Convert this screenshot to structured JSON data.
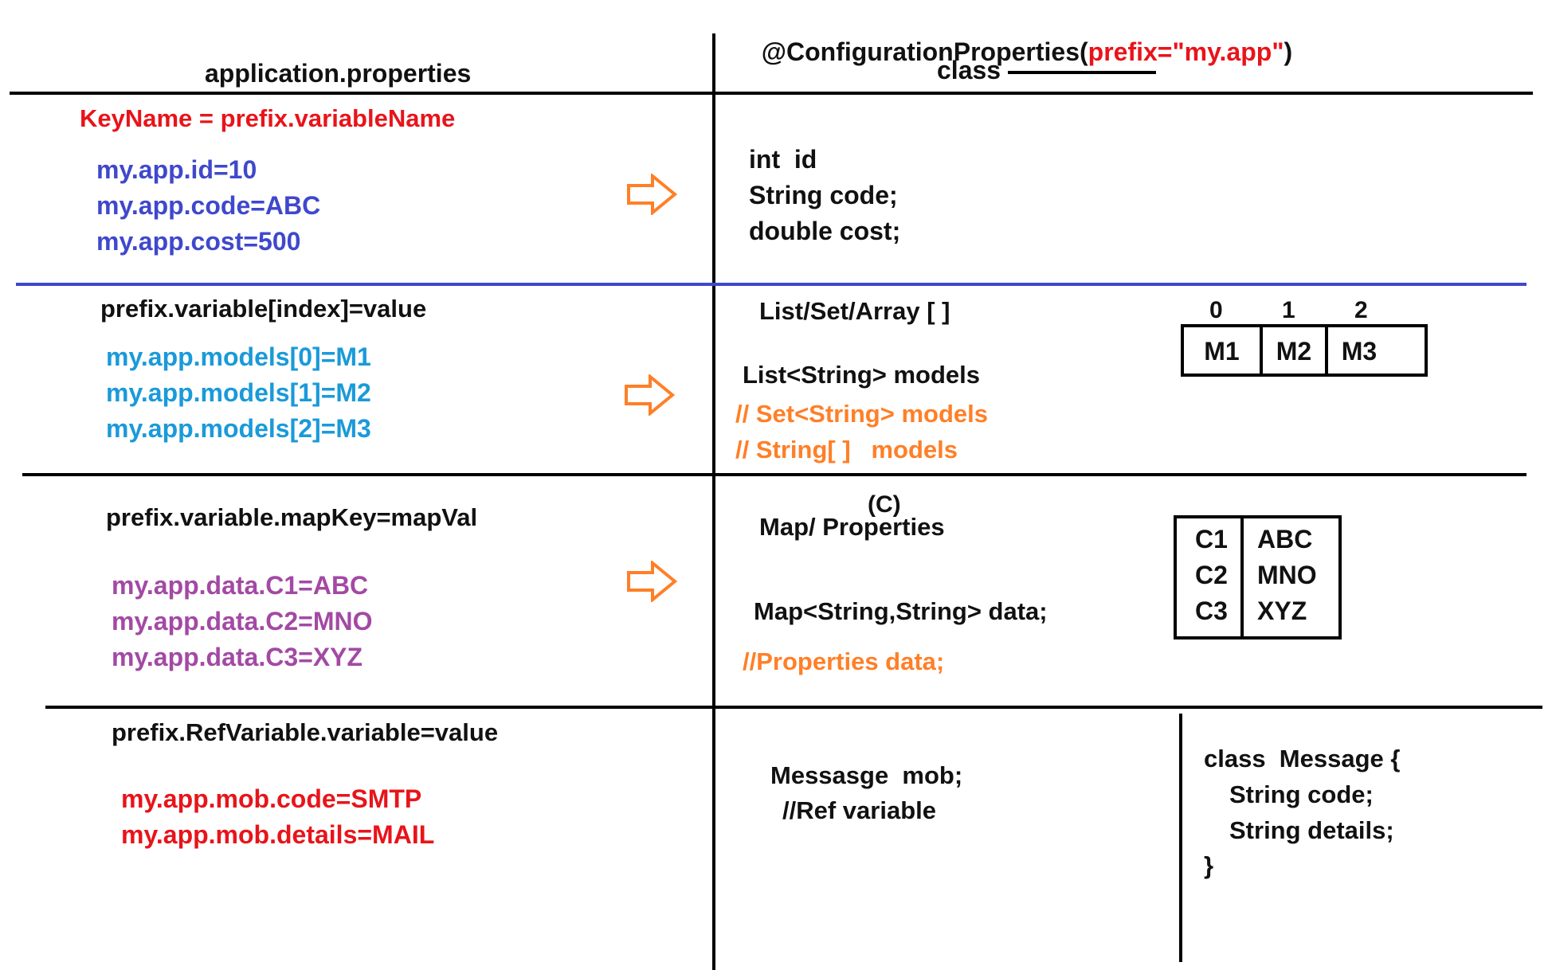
{
  "header": {
    "left_title": "application.properties",
    "annotation_prefix_open": "@ConfigurationProperties(",
    "annotation_prefix_arg": "prefix=\"my.app\"",
    "annotation_prefix_close": ")",
    "class_label": "class"
  },
  "colors": {
    "rule_black": "#000000",
    "rule_blue": "#3f48cc",
    "red": "#e8141a",
    "blue": "#3f48cc",
    "cyan": "#1a9ad9",
    "purple": "#a349a4",
    "orange": "#ff7f27"
  },
  "section1": {
    "rule": "KeyName = prefix.variableName",
    "props": [
      "my.app.id=10",
      "my.app.code=ABC",
      "my.app.cost=500"
    ],
    "fields": [
      "int  id",
      "String code;",
      "double cost;"
    ],
    "arrow_icon": "right-arrow-outline"
  },
  "section2": {
    "rule": "prefix.variable[index]=value",
    "props": [
      "my.app.models[0]=M1",
      "my.app.models[1]=M2",
      "my.app.models[2]=M3"
    ],
    "type_label": "List/Set/Array [ ]",
    "field": "List<String> models",
    "comments": [
      "// Set<String> models",
      "// String[ ]   models"
    ],
    "indices": [
      "0",
      "1",
      "2"
    ],
    "values": [
      "M1",
      "M2",
      "M3"
    ],
    "arrow_icon": "right-arrow-outline"
  },
  "section3": {
    "rule": "prefix.variable.mapKey=mapVal",
    "props": [
      "my.app.data.C1=ABC",
      "my.app.data.C2=MNO",
      "my.app.data.C3=XYZ"
    ],
    "type_label": "Map/ Properties",
    "type_marker": "(C)",
    "field": "Map<String,String> data;",
    "comment": "//Properties data;",
    "map_keys": [
      "C1",
      "C2",
      "C3"
    ],
    "map_values": [
      "ABC",
      "MNO",
      "XYZ"
    ],
    "arrow_icon": "right-arrow-outline"
  },
  "section4": {
    "rule": "prefix.RefVariable.variable=value",
    "props": [
      "my.app.mob.code=SMTP",
      "my.app.mob.details=MAIL"
    ],
    "field": "Messasge  mob;",
    "field_comment": "//Ref variable",
    "class_def": [
      "class  Message {",
      "String code;",
      "String details;",
      "}"
    ]
  }
}
